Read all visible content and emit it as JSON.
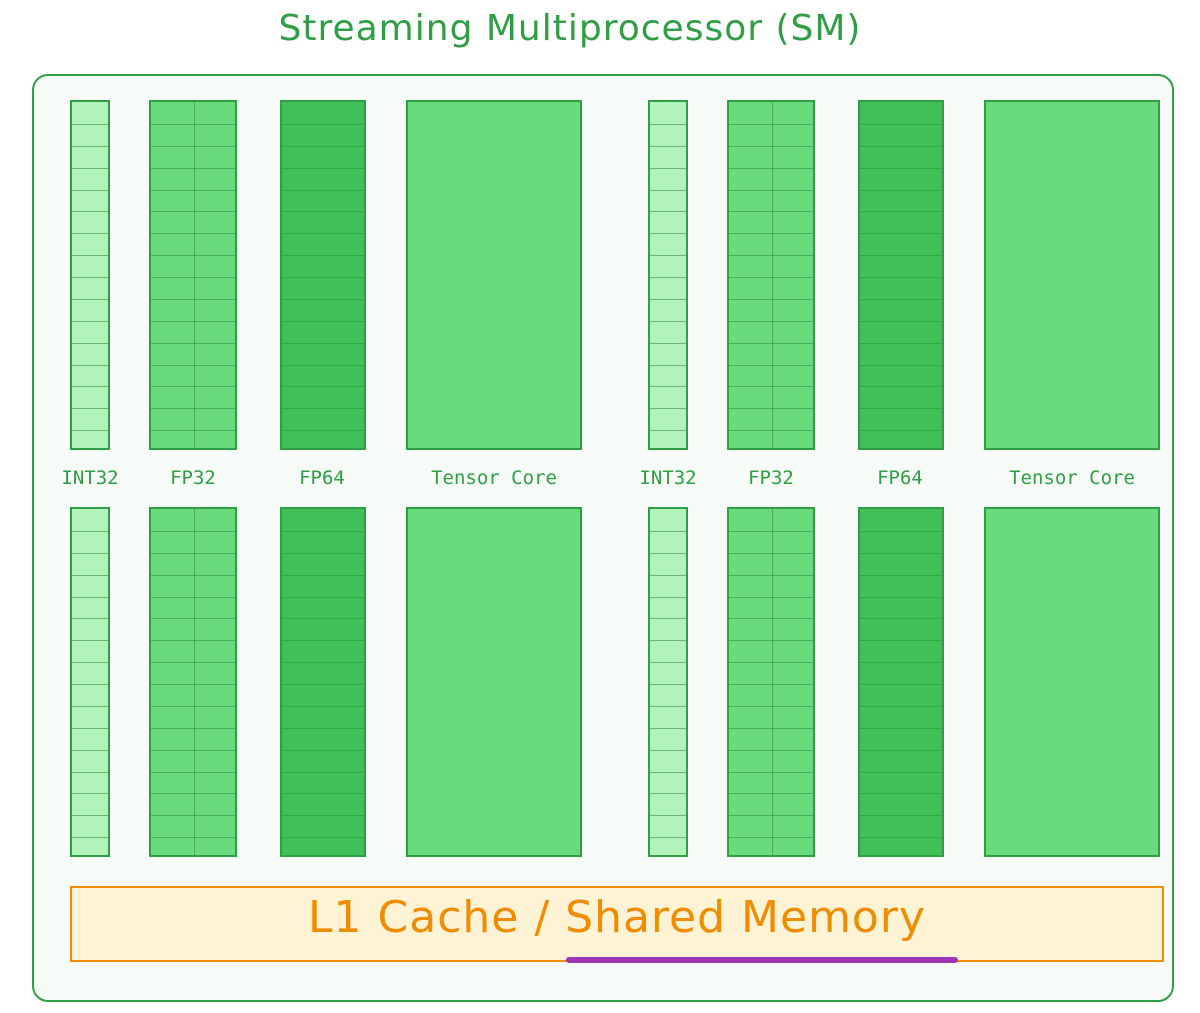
{
  "title": "Streaming Multiprocessor (SM)",
  "units": {
    "int32": "INT32",
    "fp32": "FP32",
    "fp64": "FP64",
    "tensor": "Tensor Core"
  },
  "l1_label": "L1 Cache / Shared Memory",
  "colors": {
    "int32": "#b2f2bb",
    "fp32": "#69db7c",
    "fp64": "#40c057",
    "tensor": "#69db7c",
    "outline": "#2f9e44",
    "l1_fill": "#fff3d6",
    "l1_text": "#f08c00",
    "underline": "#9c36b5"
  }
}
